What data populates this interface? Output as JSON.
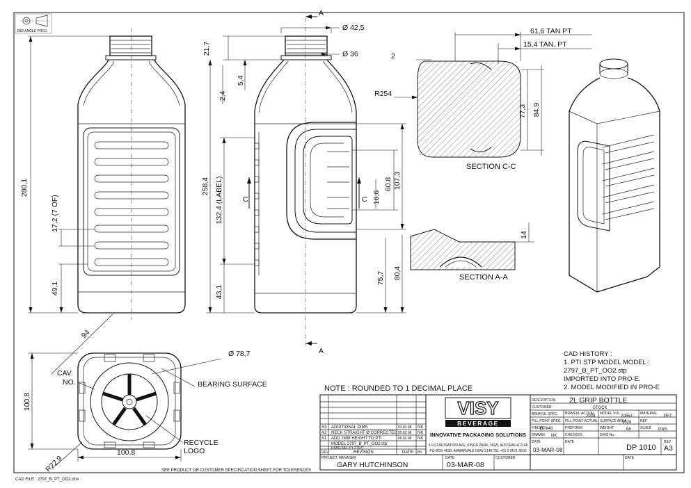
{
  "projection_label": "3RD ANGLE PROJ.",
  "section_marks": {
    "a_top": "A",
    "a_bottom": "A",
    "c_left": "C",
    "c_right": "C"
  },
  "dimensions": {
    "overall_height": "280,1",
    "label_pitch": "17,2  (7 OF)",
    "base_to_label": "49,1",
    "neck_height": "21,7",
    "d_42_5": "Ø 42,5",
    "d_36": "Ø 36",
    "d_5_4": "5,4",
    "d_2_4": "2,4",
    "d_258_4": "258,4",
    "label_height": "132,4  (LABEL)",
    "d_43_1": "43,1",
    "grip_107_3": "107,3",
    "grip_60_8": "60,8",
    "grip_16_6": "16,6",
    "d_75_7": "75,7",
    "d_80_4": "80,4",
    "d_14": "14",
    "tan_61_6": "61,6   TAN PT",
    "tan_15_4": "15,4   TAN. PT",
    "d_2": "2",
    "r254": "R254",
    "d_77_3": "77,3",
    "d_84_9": "84,9",
    "diag_94": "94",
    "width_100_8_v": "100,8",
    "width_100_8_h": "100,8",
    "r22_9": "R22,9",
    "d_78_7": "Ø 78,7"
  },
  "labels": {
    "section_cc": "SECTION   C-C",
    "section_aa": "SECTION    A-A",
    "cav_no": [
      "CAV.",
      "NO."
    ],
    "bearing_surface": "BEARING SURFACE",
    "recycle_logo": [
      "RECYCLE",
      "LOGO"
    ]
  },
  "note": "NOTE : ROUNDED TO 1 DECIMAL PLACE",
  "cad_history": [
    "CAD HISTORY :",
    "1. PTI STP MODEL MODEL :",
    "2797_B_PT_OO2.stp",
    "IMPORTED INTO PRO-E.",
    "2. MODEL MODIFIED IN PRO-E"
  ],
  "revisions": [
    {
      "rev": "A3",
      "text": "ADDITIONAL DIMS",
      "date": "03.03.08",
      "by": "NK"
    },
    {
      "rev": "A2",
      "text": "NECK STRAIGHT Ø CORRECTED",
      "date": "05.02.08",
      "by": "NK"
    },
    {
      "rev": "A1",
      "text": "ADD 2MM HEIGHT TO PTI",
      "date": "05.02.08",
      "by": "NK"
    },
    {
      "rev": "",
      "text": "MODEL  2797_B_PT_OO2.stp",
      "date": "",
      "by": ""
    },
    {
      "rev": "",
      "text": "(DWG NO. PT-2797)",
      "date": "",
      "by": ""
    }
  ],
  "rev_header": {
    "rev": "REV",
    "revision": "REVISION",
    "date": "DATE",
    "by": "BY"
  },
  "logo": {
    "brand": "VISY",
    "sub": "BEVERAGE",
    "tagline": "INNOVATIVE PACKAGING SOLUTIONS",
    "addr1": "5-9 CORONATION AVE, KINGS PARK, NSW, AUSTRALIA 2148",
    "addr2": "PO BOX 4030, AMBARVALE NSW 2148 TEL +61 2 9671 0500"
  },
  "title_block": {
    "description_label": "DESCRIPTION:",
    "description": "2L GRIP BOTTLE",
    "customer_label": "CUSTOMER:",
    "customer": "STOCK",
    "brimful_spec_label": "BRIMFUL SPEC.",
    "brimful_actual_label": "BRIMFUL ACTUAL",
    "brimful_actual": "2034",
    "model_vol_label": "MODEL VOL.",
    "model_vol": "20853",
    "material_label": "MATERIAL",
    "material": "PET",
    "fill_spec_label": "FILL POINT SPEC.",
    "fill_actual_label": "FILL POINT ACTUAL",
    "surface_area_label": "SURFACE AREA",
    "surface_area": "1028",
    "ref_label": "REF",
    "finish_label": "FINISH",
    "finish": "DP948",
    "preform_label": "PREFORM",
    "weight_label": "WEIGHT",
    "weight": "68",
    "scale_label": "SCALE",
    "scale": "DNS",
    "drawn_label": "DRAWN:",
    "drawn": "NK",
    "drawn_date": "03-MAR-08",
    "checked_label": "CHECKED:",
    "date_label": "DATE",
    "dwg_no_label": "DWG No.",
    "dwg_no": "DP 1010",
    "rev_label": "REV",
    "rev": "A3",
    "pm_label": "PROJECT MANAGER",
    "pm": "GARY HUTCHINSON",
    "pm_date_label": "DATE",
    "pm_date": "03-MAR-08",
    "customer2_label": "CUSTOMER",
    "date2_label": "DATE"
  },
  "footer": {
    "cad_file": "CAD FILE : 2797_B_PT_OO2.drw",
    "see_spec": "SEE PRODUCT OR CUSTOMER SPECIFICATION SHEET FOR TOLERENCES"
  }
}
